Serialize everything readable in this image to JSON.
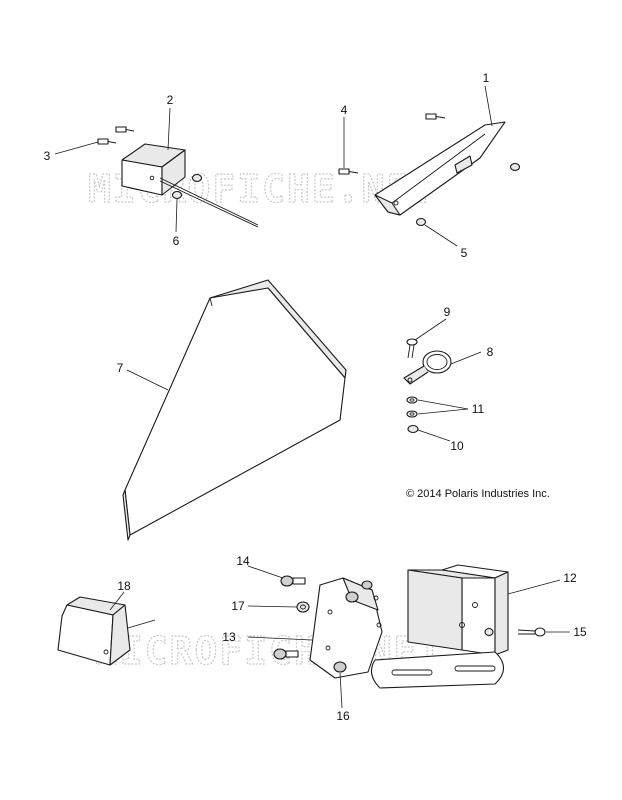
{
  "watermark_text": "MICROFICHE.NET",
  "copyright": "© 2014 Polaris Industries Inc.",
  "callouts": [
    "1",
    "2",
    "3",
    "4",
    "5",
    "6",
    "7",
    "8",
    "9",
    "10",
    "11",
    "12",
    "13",
    "14",
    "15",
    "16",
    "17",
    "18"
  ]
}
